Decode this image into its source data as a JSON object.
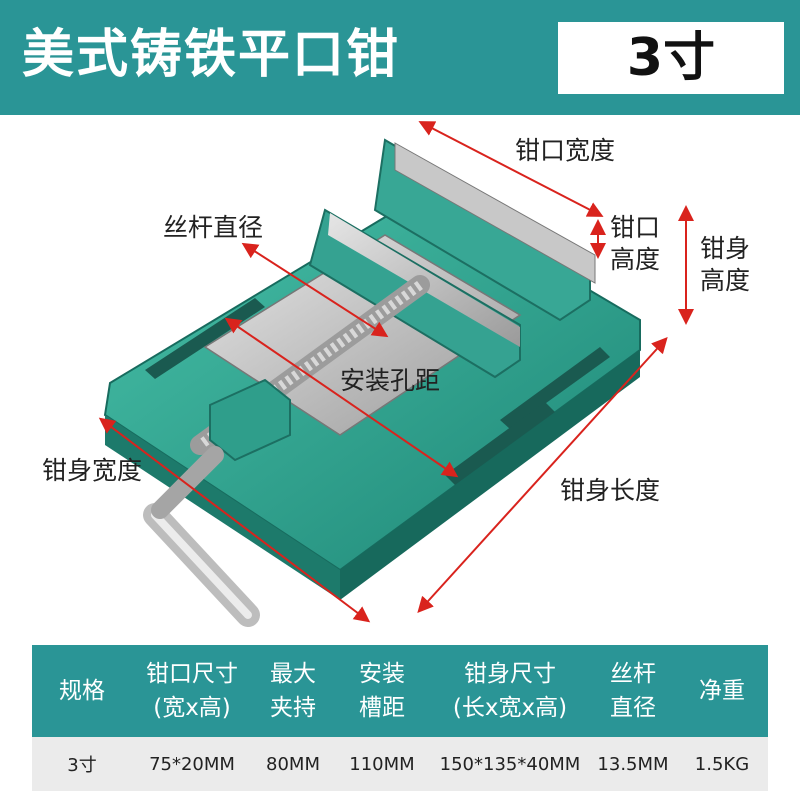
{
  "header": {
    "title": "美式铸铁平口钳",
    "size": "3寸"
  },
  "labels": {
    "jaw_width": "钳口宽度",
    "jaw_height_1": "钳口",
    "jaw_height_2": "高度",
    "body_height_1": "钳身",
    "body_height_2": "高度",
    "screw_diameter": "丝杆直径",
    "mount_spacing": "安装孔距",
    "body_width": "钳身宽度",
    "body_length": "钳身长度"
  },
  "table": {
    "headers": [
      {
        "line1": "规格",
        "line2": ""
      },
      {
        "line1": "钳口尺寸",
        "line2": "(宽x高)"
      },
      {
        "line1": "最大",
        "line2": "夹持"
      },
      {
        "line1": "安装",
        "line2": "槽距"
      },
      {
        "line1": "钳身尺寸",
        "line2": "(长x宽x高)"
      },
      {
        "line1": "丝杆",
        "line2": "直径"
      },
      {
        "line1": "净重",
        "line2": ""
      }
    ],
    "row": [
      "3寸",
      "75*20MM",
      "80MM",
      "110MM",
      "150*135*40MM",
      "13.5MM",
      "1.5KG"
    ]
  },
  "colors": {
    "brand": "#2a9596",
    "vise_body": "#2fa592",
    "arrow": "#d9231d"
  }
}
